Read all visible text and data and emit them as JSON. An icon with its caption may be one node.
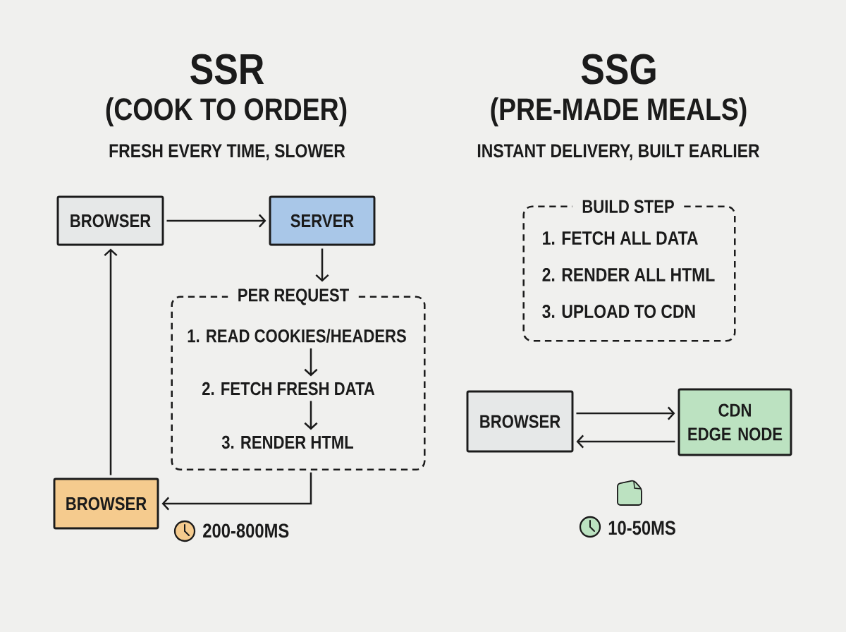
{
  "diagram": {
    "nodes": [
      {
        "text": [
          "BROWSER"
        ]
      },
      {
        "text": [
          "SERVER"
        ]
      },
      {
        "text": [
          "PER REQUEST"
        ]
      },
      {
        "text": [
          "1. READ COOKIES/HEADERS"
        ],
        "in": 2
      },
      {
        "text": [
          "2. FETCH FRESH DATA"
        ],
        "in": 2
      },
      {
        "text": [
          "3. RENDER HTML"
        ],
        "in": 2
      },
      {
        "text": [
          "BROWSER"
        ]
      },
      {
        "text": [
          "BUILD STEP",
          "1. FETCH ALL DATA",
          "2. RENDER ALL HTML",
          "3. UPLOAD TO CDN"
        ]
      },
      {
        "text": [
          "BROWSER"
        ]
      },
      {
        "text": [
          "CDN EDGE NODE"
        ]
      }
    ],
    "edges": [
      {
        "from": 0,
        "to": 1,
        "arrow": "to"
      },
      {
        "from": 1,
        "to": 2,
        "arrow": "to"
      },
      {
        "from": 3,
        "to": 4,
        "arrow": "to"
      },
      {
        "from": 4,
        "to": 5,
        "arrow": "to"
      },
      {
        "from": 2,
        "to": 6,
        "arrow": "to"
      },
      {
        "from": 6,
        "to": 0,
        "arrow": "to"
      },
      {
        "from": 8,
        "to": 9,
        "arrow": "to"
      },
      {
        "from": 9,
        "to": 8,
        "arrow": "to"
      }
    ],
    "labels": [
      "SSR",
      "(COOK TO ORDER)",
      "FRESH EVERY TIME, SLOWER",
      "SSG",
      "(PRE-MADE MEALS)",
      "INSTANT DELIVERY, BUILT EARLIER",
      "200-800MS",
      "10-50MS"
    ]
  }
}
